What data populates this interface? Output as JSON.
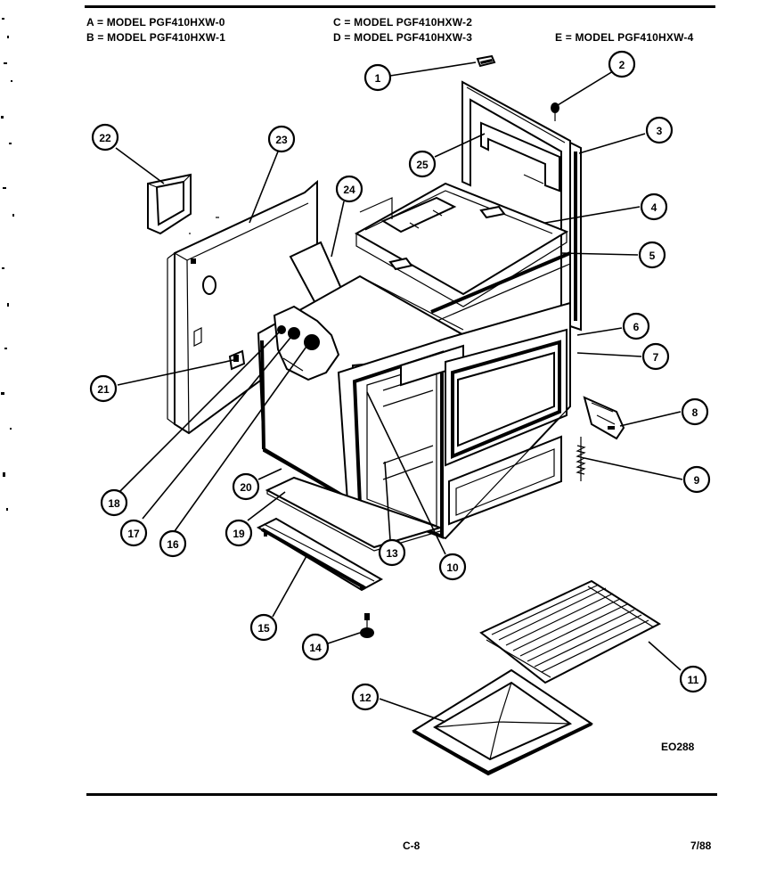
{
  "header": {
    "model_a": "A = MODEL PGF410HXW-0",
    "model_b": "B = MODEL PGF410HXW-1",
    "model_c": "C = MODEL PGF410HXW-2",
    "model_d": "D = MODEL PGF410HXW-3",
    "model_e": "E = MODEL PGF410HXW-4"
  },
  "figure_code": "EO288",
  "footer": {
    "page": "C-8",
    "date": "7/88"
  },
  "callouts": [
    "1",
    "2",
    "3",
    "4",
    "5",
    "6",
    "7",
    "8",
    "9",
    "10",
    "11",
    "12",
    "13",
    "14",
    "15",
    "16",
    "17",
    "18",
    "19",
    "20",
    "21",
    "22",
    "23",
    "24",
    "25"
  ]
}
